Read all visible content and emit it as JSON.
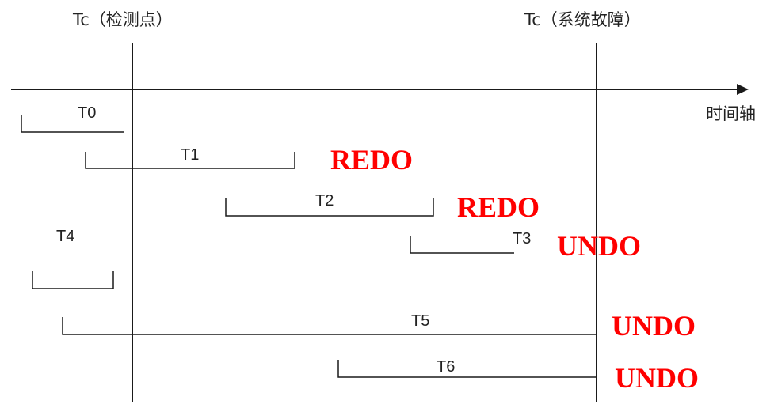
{
  "header": {
    "checkpoint_label": "Tc（检测点）",
    "failure_label": "Tc（系统故障）"
  },
  "axis": {
    "label": "时间轴"
  },
  "transactions": [
    {
      "name": "T0",
      "action": ""
    },
    {
      "name": "T1",
      "action": "REDO"
    },
    {
      "name": "T2",
      "action": "REDO"
    },
    {
      "name": "T3",
      "action": "UNDO"
    },
    {
      "name": "T4",
      "action": ""
    },
    {
      "name": "T5",
      "action": "UNDO"
    },
    {
      "name": "T6",
      "action": "UNDO"
    }
  ],
  "colors": {
    "action": "#ff0000",
    "line": "#1a1a1a"
  }
}
